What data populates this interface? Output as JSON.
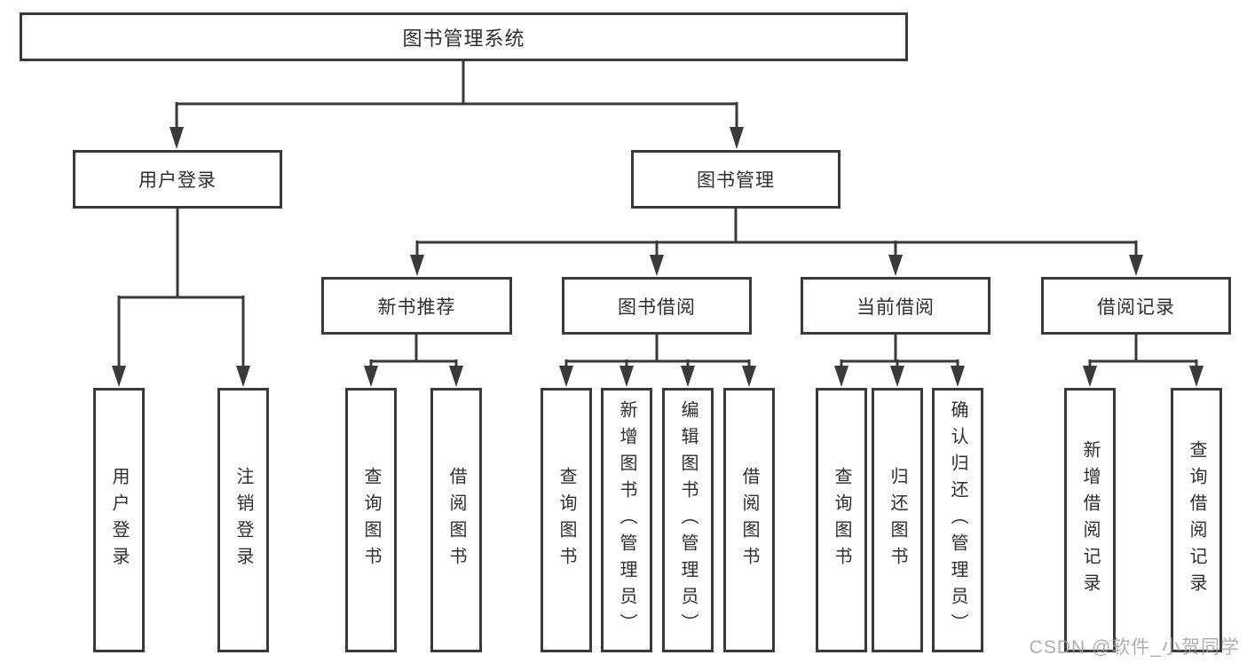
{
  "diagram": {
    "title": "图书管理系统",
    "root": {
      "label": "图书管理系统"
    },
    "level2": {
      "user_login": {
        "label": "用户登录"
      },
      "book_mgmt": {
        "label": "图书管理"
      }
    },
    "level3": {
      "new_book": {
        "label": "新书推荐"
      },
      "book_borrow": {
        "label": "图书借阅"
      },
      "current_borrow": {
        "label": "当前借阅"
      },
      "borrow_record": {
        "label": "借阅记录"
      }
    },
    "leaves": {
      "user_login": [
        "用户登录",
        "注销登录"
      ],
      "new_book": [
        "查询图书",
        "借阅图书"
      ],
      "book_borrow": [
        "查询图书",
        "新增图书（管理员）",
        "编辑图书（管理员）",
        "借阅图书"
      ],
      "current_borrow": [
        "查询图书",
        "归还图书",
        "确认归还（管理员）"
      ],
      "borrow_record": [
        "新增借阅记录",
        "查询借阅记录"
      ]
    }
  },
  "watermark": "CSDN @软件_小贺同学",
  "colors": {
    "line": "#3a3a3a",
    "box_border": "#3a3a3a",
    "text": "#2f2f2f",
    "watermark": "#9e9e9e",
    "background": "#ffffff"
  }
}
